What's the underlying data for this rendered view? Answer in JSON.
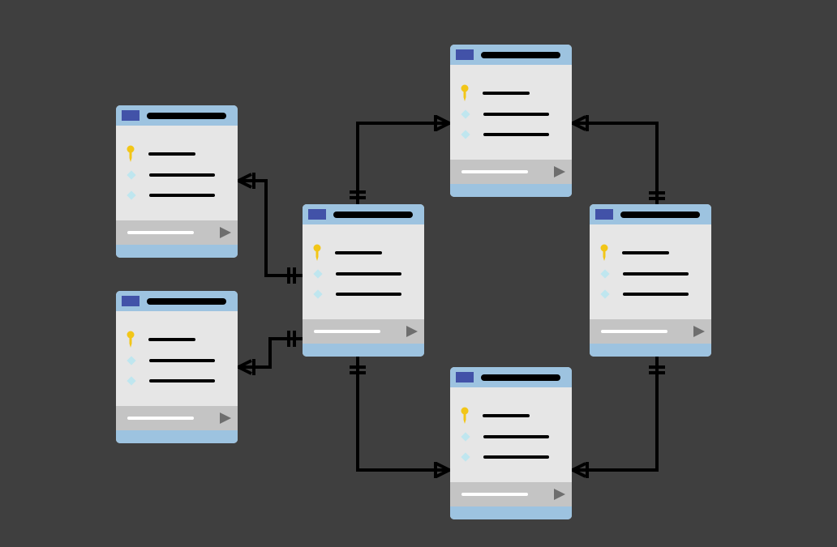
{
  "colors": {
    "background": "#3f3f3f",
    "card_header": "#9dc3e0",
    "card_body": "#e6e6e6",
    "card_footer": "#c4c4c4",
    "header_square": "#4252a8",
    "key": "#f2c618",
    "diamond": "#bfe6ef",
    "connector": "#000000"
  },
  "tables": [
    {
      "id": "table-left-top"
    },
    {
      "id": "table-left-bottom"
    },
    {
      "id": "table-center"
    },
    {
      "id": "table-top"
    },
    {
      "id": "table-right"
    },
    {
      "id": "table-bottom"
    }
  ]
}
